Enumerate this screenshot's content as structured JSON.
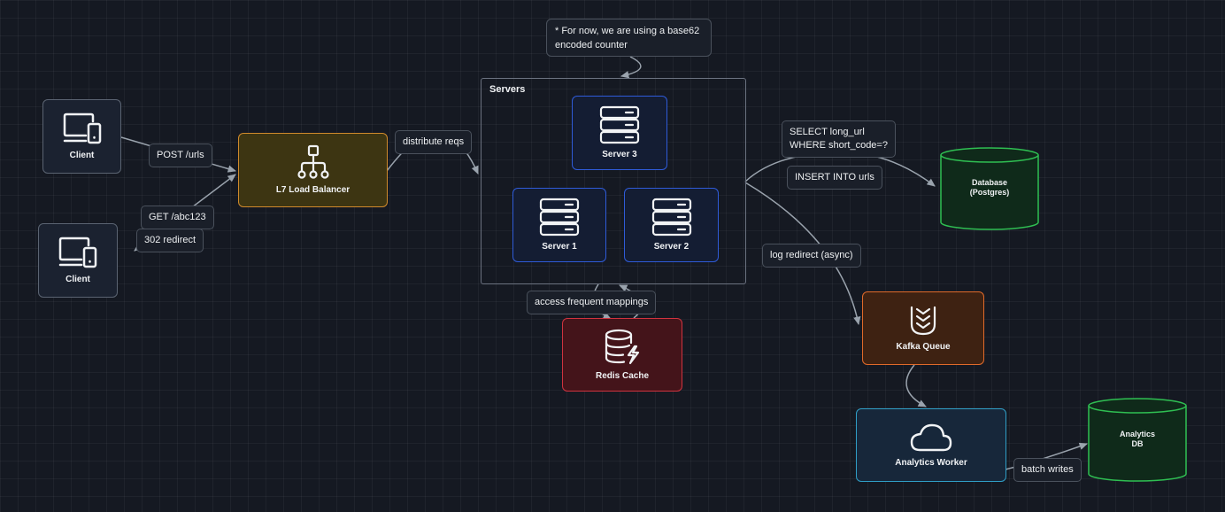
{
  "nodes": {
    "client_top": {
      "label": "Client",
      "icon": "devices-icon"
    },
    "client_bottom": {
      "label": "Client",
      "icon": "devices-icon"
    },
    "load_balancer": {
      "label": "L7 Load Balancer",
      "icon": "sitemap-icon"
    },
    "servers_group": {
      "title": "Servers"
    },
    "server3": {
      "label": "Server 3",
      "icon": "server-icon"
    },
    "server1": {
      "label": "Server 1",
      "icon": "server-icon"
    },
    "server2": {
      "label": "Server 2",
      "icon": "server-icon"
    },
    "redis": {
      "label": "Redis Cache",
      "icon": "database-bolt-icon"
    },
    "database": {
      "label": "Database\n(Postgres)"
    },
    "kafka": {
      "label": "Kafka Queue",
      "icon": "queue-icon"
    },
    "worker": {
      "label": "Analytics Worker",
      "icon": "cloud-icon"
    },
    "analytics_db": {
      "label": "Analytics\nDB"
    }
  },
  "edge_labels": {
    "post_urls": "POST /urls",
    "get_abc": "GET /abc123",
    "redirect_302": "302 redirect",
    "distribute": "distribute reqs",
    "select_query": "SELECT long_url\nWHERE short_code=?",
    "insert_query": "INSERT INTO urls",
    "log_redirect": "log redirect (async)",
    "access_cache": "access frequent mappings",
    "batch_writes": "batch writes"
  },
  "note": "* For now, we are using a base62 encoded counter",
  "colors": {
    "background": "#151922",
    "edge": "#9aa3ad",
    "client_border": "#5b6472",
    "lb_border": "#d08a2c",
    "server_border": "#2f5bd8",
    "redis_border": "#d0333f",
    "kafka_border": "#e06a2a",
    "worker_border": "#2f9ec6",
    "db_border": "#2fbf52"
  }
}
